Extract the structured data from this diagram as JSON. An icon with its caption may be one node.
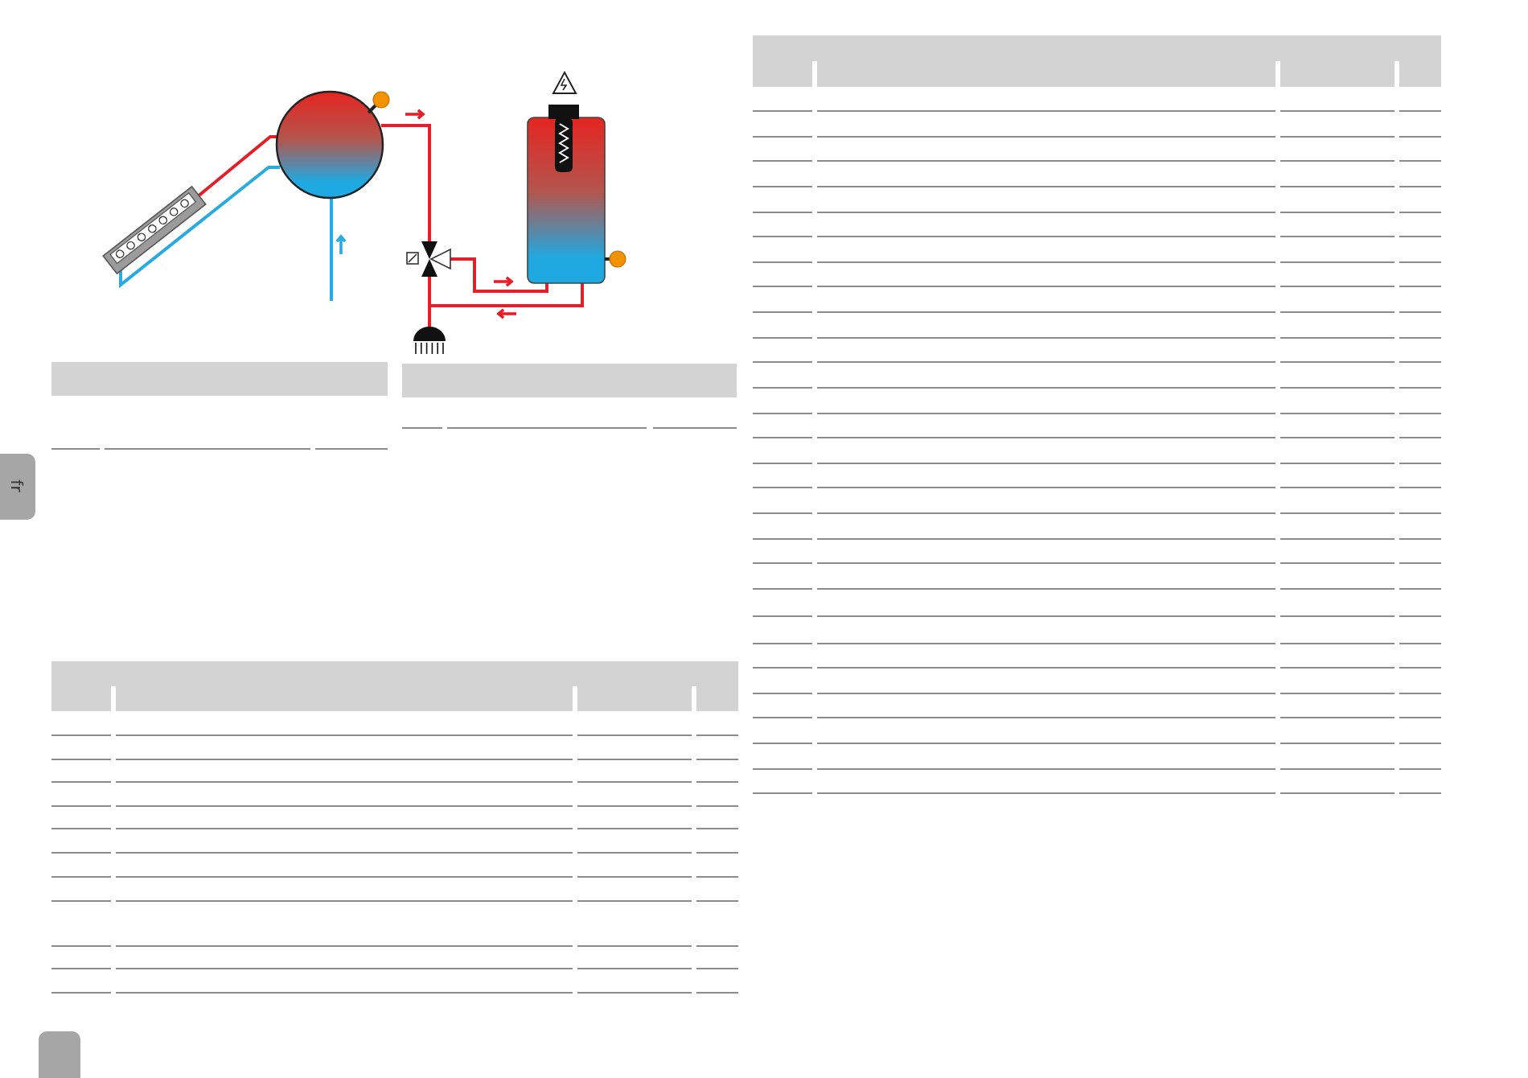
{
  "diagram": {
    "nodes": [
      {
        "text": [],
        "shape": "picture"
      },
      {
        "text": [],
        "shape": "circle"
      },
      {
        "text": [],
        "shape": "picture"
      },
      {
        "text": [],
        "shape": "cylinder"
      },
      {
        "text": [],
        "shape": "circle"
      }
    ],
    "edges": [
      {
        "from": 0,
        "to": 1,
        "arrow": "none"
      },
      {
        "from": 0,
        "to": 1,
        "arrow": "none",
        "color": "#29abe2"
      },
      {
        "from": null,
        "to": 1,
        "arrow": "none",
        "color": "#29abe2"
      },
      {
        "from": 1,
        "to": 2,
        "arrow": "none"
      },
      {
        "from": 2,
        "to": 3,
        "arrow": "none"
      },
      {
        "from": 3,
        "to": 4,
        "arrow": "none"
      },
      {
        "from": 2,
        "to": 4,
        "arrow": "none"
      }
    ],
    "labels": [
      "fr"
    ]
  }
}
